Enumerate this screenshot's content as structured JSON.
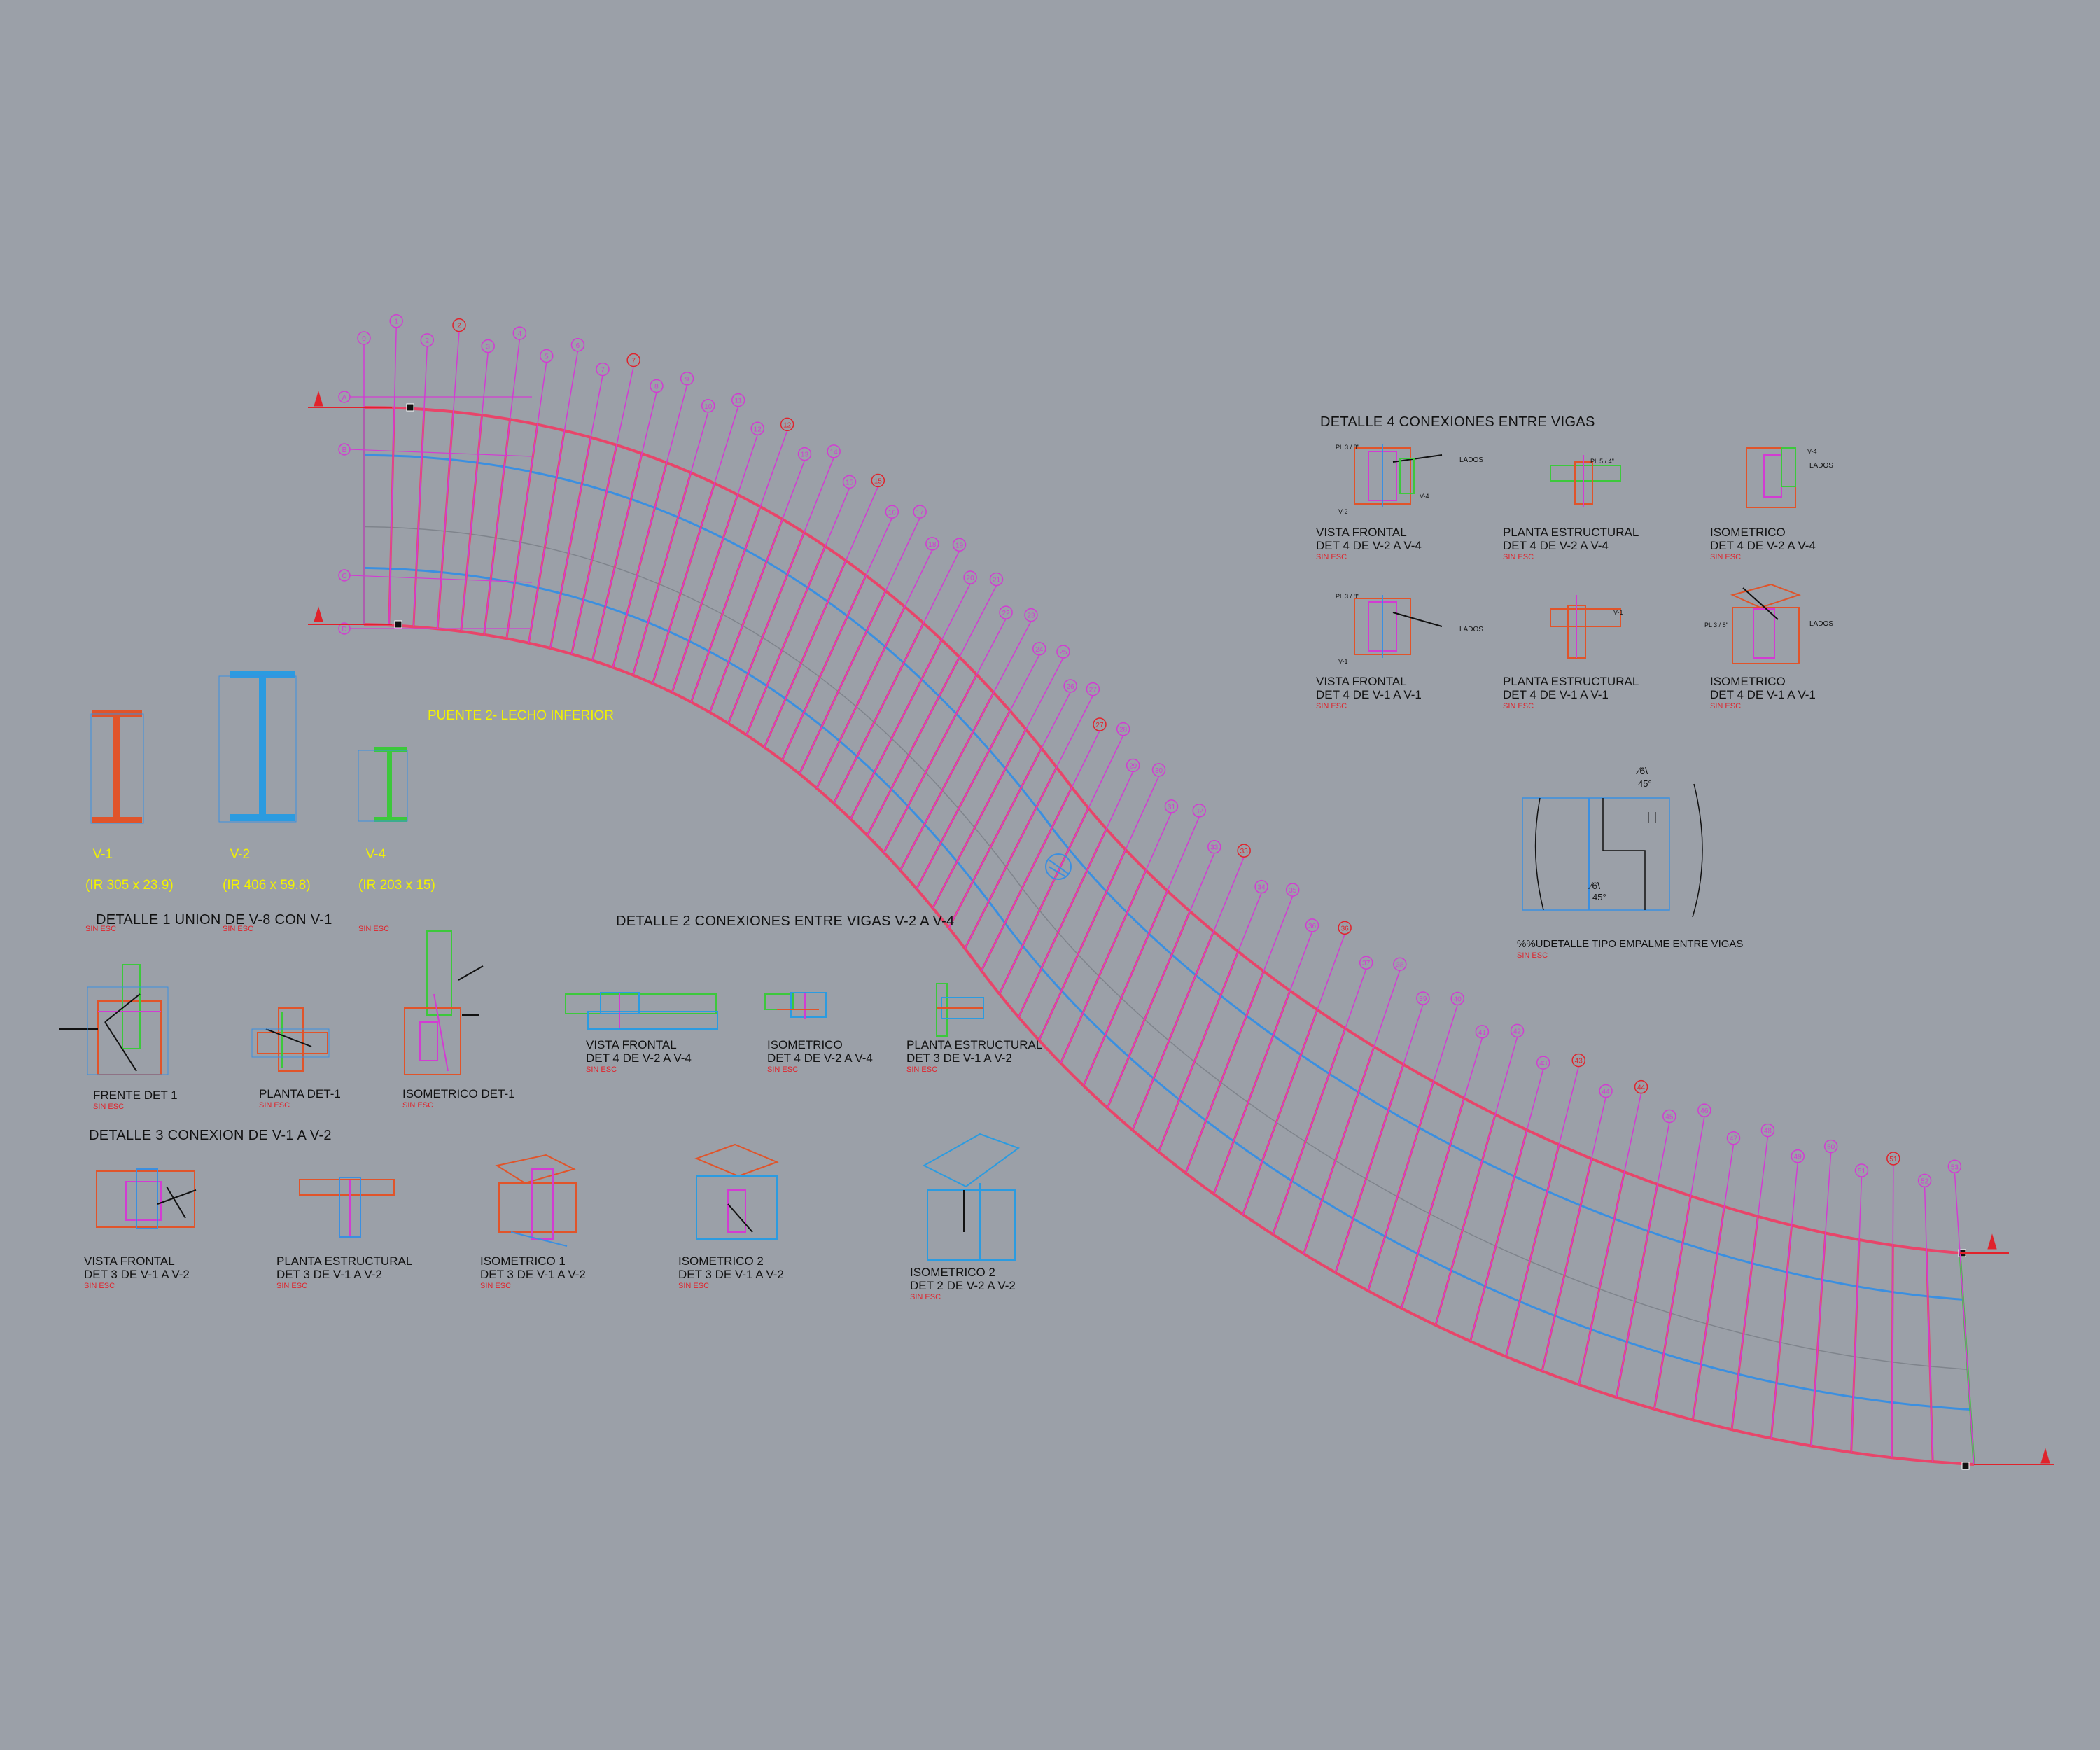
{
  "drawing": {
    "main_title": "PUENTE 2- LECHO INFERIOR",
    "scale_note": "SIN ESC",
    "colors": {
      "background": "#9ba0a8",
      "frame": "#e8456a",
      "axis": "#d23cd2",
      "secondary": "#3b8fe0",
      "section_steel": "#e0542a",
      "beam_blue": "#2b9be0",
      "beam_green": "#3cc83c",
      "text_yellow": "#f2f200",
      "text_red": "#e0232b"
    }
  },
  "axis_letters": [
    "A",
    "B",
    "C",
    "D"
  ],
  "axis_numbers": [
    "0",
    "1",
    "2",
    "2'",
    "3",
    "4",
    "5",
    "6",
    "7",
    "7'",
    "8",
    "9",
    "10",
    "11",
    "12",
    "12'",
    "13",
    "14",
    "15",
    "15'",
    "16",
    "17",
    "18",
    "19",
    "20",
    "21",
    "22",
    "23",
    "24",
    "25",
    "26",
    "27",
    "27'",
    "28",
    "29",
    "30",
    "31",
    "32",
    "33",
    "33'",
    "34",
    "35",
    "36",
    "36'",
    "37",
    "38",
    "39",
    "40",
    "41",
    "42",
    "43",
    "43'",
    "44",
    "44'",
    "45",
    "46",
    "47",
    "48",
    "49",
    "50",
    "51",
    "51'",
    "52",
    "53"
  ],
  "beam_sections": [
    {
      "name": "V-1",
      "profile": "(IR 305 x 23.9)",
      "scale": "SIN ESC",
      "icon": "i-beam-section-icon"
    },
    {
      "name": "V-2",
      "profile": "(IR 406 x 59.8)",
      "scale": "SIN ESC",
      "icon": "i-beam-section-icon"
    },
    {
      "name": "V-4",
      "profile": "(IR 203 x 15)",
      "scale": "SIN ESC",
      "icon": "i-beam-section-icon"
    }
  ],
  "details": {
    "det1": {
      "title": "DETALLE 1 UNION DE V-8 CON V-1",
      "views": [
        {
          "line1": "FRENTE DET 1",
          "line2": "",
          "scale": "SIN ESC"
        },
        {
          "line1": "PLANTA DET-1",
          "line2": "",
          "scale": "SIN ESC"
        },
        {
          "line1": "ISOMETRICO DET-1",
          "line2": "",
          "scale": "SIN ESC"
        }
      ]
    },
    "det2": {
      "title": "DETALLE 2 CONEXIONES ENTRE VIGAS V-2 A V-4",
      "views": [
        {
          "line1": "VISTA FRONTAL",
          "line2": "DET 4 DE V-2 A V-4",
          "scale": "SIN ESC"
        },
        {
          "line1": "ISOMETRICO",
          "line2": "DET 4 DE V-2 A V-4",
          "scale": "SIN ESC"
        },
        {
          "line1": "PLANTA ESTRUCTURAL",
          "line2": "DET 3 DE V-1 A V-2",
          "scale": "SIN ESC"
        }
      ]
    },
    "det3": {
      "title": "DETALLE 3 CONEXION DE V-1 A V-2",
      "views": [
        {
          "line1": "VISTA FRONTAL",
          "line2": "DET 3 DE V-1 A V-2",
          "scale": "SIN ESC"
        },
        {
          "line1": "PLANTA ESTRUCTURAL",
          "line2": "DET 3 DE V-1 A V-2",
          "scale": "SIN ESC"
        },
        {
          "line1": "ISOMETRICO 1",
          "line2": "DET 3 DE V-1 A V-2",
          "scale": "SIN ESC"
        },
        {
          "line1": "ISOMETRICO 2",
          "line2": "DET 3 DE V-1 A V-2",
          "scale": "SIN ESC"
        },
        {
          "line1": "ISOMETRICO 2",
          "line2": "DET 2 DE V-2 A V-2",
          "scale": "SIN ESC"
        }
      ]
    },
    "det4": {
      "title": "DETALLE 4 CONEXIONES ENTRE VIGAS",
      "views": [
        {
          "line1": "VISTA FRONTAL",
          "line2": "DET 4 DE V-2 A V-4",
          "scale": "SIN ESC"
        },
        {
          "line1": "PLANTA ESTRUCTURAL",
          "line2": "DET 4 DE V-2 A V-4",
          "scale": "SIN ESC"
        },
        {
          "line1": "ISOMETRICO",
          "line2": "DET 4 DE V-2 A V-4",
          "scale": "SIN ESC"
        },
        {
          "line1": "VISTA FRONTAL",
          "line2": "DET 4 DE V-1 A V-1",
          "scale": "SIN ESC"
        },
        {
          "line1": "PLANTA ESTRUCTURAL",
          "line2": "DET 4 DE V-1 A V-1",
          "scale": "SIN ESC"
        },
        {
          "line1": "ISOMETRICO",
          "line2": "DET 4 DE V-1 A V-1",
          "scale": "SIN ESC"
        }
      ]
    },
    "splice": {
      "title": "%%UDETALLE TIPO EMPALME ENTRE VIGAS",
      "scale": "SIN ESC",
      "weld_top": "6",
      "weld_bottom": "6",
      "angle_top": "45°",
      "angle_bottom": "45°"
    }
  },
  "annotations": {
    "lados": "LADOS",
    "pl_labels": [
      "PL 3 / 8\"",
      "PL 5 / 4\""
    ],
    "beam_refs": [
      "V-1",
      "V-2",
      "V-4"
    ]
  }
}
